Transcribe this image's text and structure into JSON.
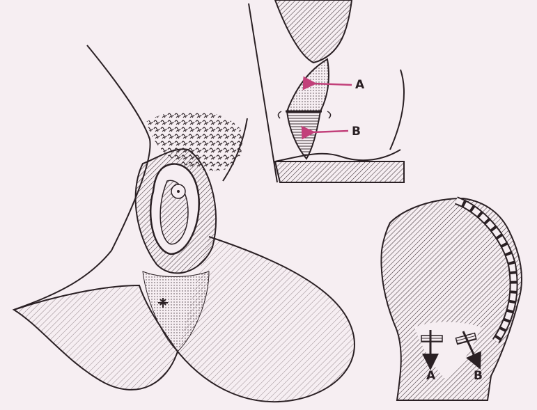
{
  "figure": {
    "background": "#f6eef2",
    "ink": "#2a2024",
    "arrow_color": "#c2407a",
    "top_inset": {
      "labels": [
        {
          "id": "A",
          "text": "A"
        },
        {
          "id": "B",
          "text": "B"
        }
      ]
    },
    "side_inset": {
      "labels": [
        {
          "id": "A",
          "text": "A"
        },
        {
          "id": "B",
          "text": "B"
        }
      ]
    }
  }
}
